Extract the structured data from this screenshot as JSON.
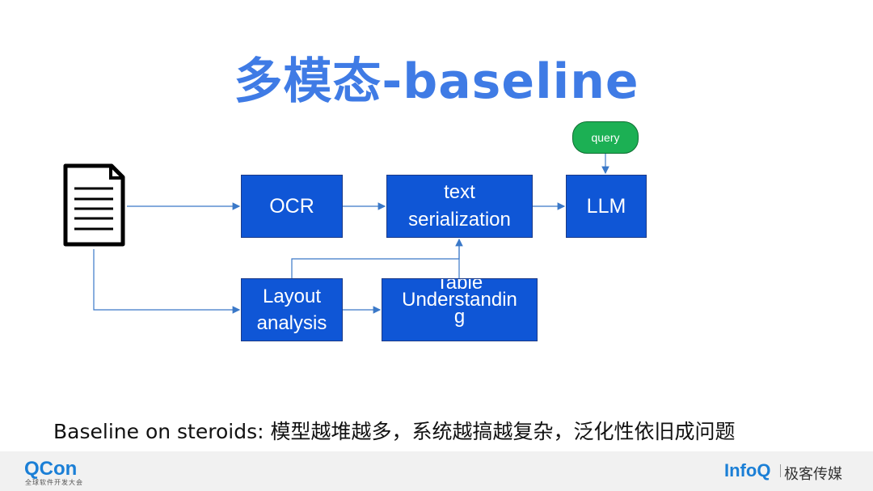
{
  "slide": {
    "title": "多模态-baseline",
    "title_color": "#3f7be5",
    "caption": "Baseline on steroids: 模型越堆越多，系统越搞越复杂，泛化性依旧成问题"
  },
  "diagram": {
    "nodes": {
      "query": "query",
      "ocr": "OCR",
      "text_serialization": [
        "text",
        "serialization"
      ],
      "llm": "LLM",
      "layout_analysis": [
        "Layout",
        "analysis"
      ],
      "table_understanding": [
        "Table",
        "Understandin",
        "g"
      ]
    },
    "colors": {
      "box_fill": "#0f56d6",
      "query_fill": "#1cb054",
      "arrow": "#3a78c8"
    },
    "icons": {
      "document": "document-icon"
    }
  },
  "footer": {
    "left_logo": "QCon",
    "left_logo_sub": "全球软件开发大会",
    "right_logo": "InfoQ",
    "right_logo_cn": "极客传媒"
  }
}
